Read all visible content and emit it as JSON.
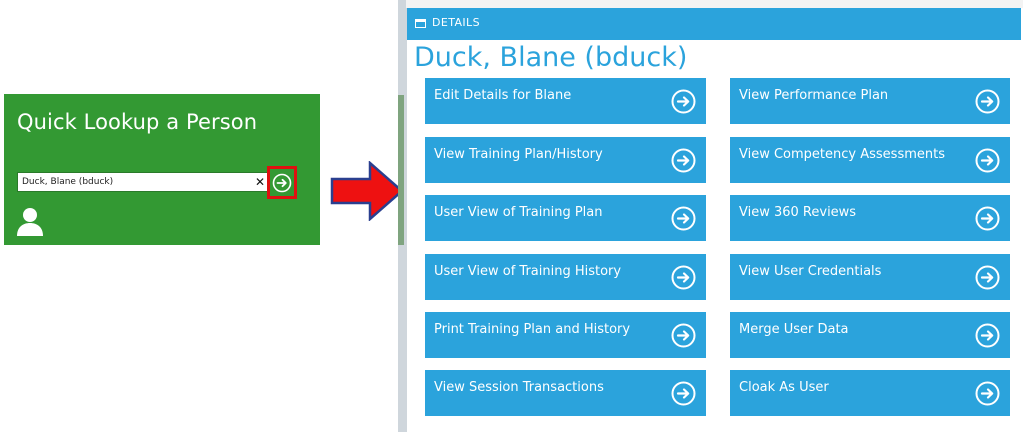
{
  "quick_lookup": {
    "title": "Quick Lookup a Person",
    "search_value": "Duck, Blane (bduck)",
    "clear_label": "✕",
    "tile_color": "#339933"
  },
  "details": {
    "header_label": "DETAILS",
    "person_name": "Duck, Blane (bduck)",
    "accent_color": "#2ba3dc",
    "actions": [
      {
        "label": "Edit Details for Blane"
      },
      {
        "label": "View Performance Plan"
      },
      {
        "label": "View Training Plan/History"
      },
      {
        "label": "View Competency Assessments"
      },
      {
        "label": "User View of Training Plan"
      },
      {
        "label": "View 360 Reviews"
      },
      {
        "label": "User View of Training History"
      },
      {
        "label": "View User Credentials"
      },
      {
        "label": "Print Training Plan and History"
      },
      {
        "label": "Merge User Data"
      },
      {
        "label": "View Session Transactions"
      },
      {
        "label": "Cloak As User"
      }
    ]
  },
  "icons": {
    "go": "arrow-right-circle-icon",
    "clear": "close-icon",
    "person": "person-icon",
    "header": "document-icon",
    "annotation": "red-arrow-icon"
  }
}
